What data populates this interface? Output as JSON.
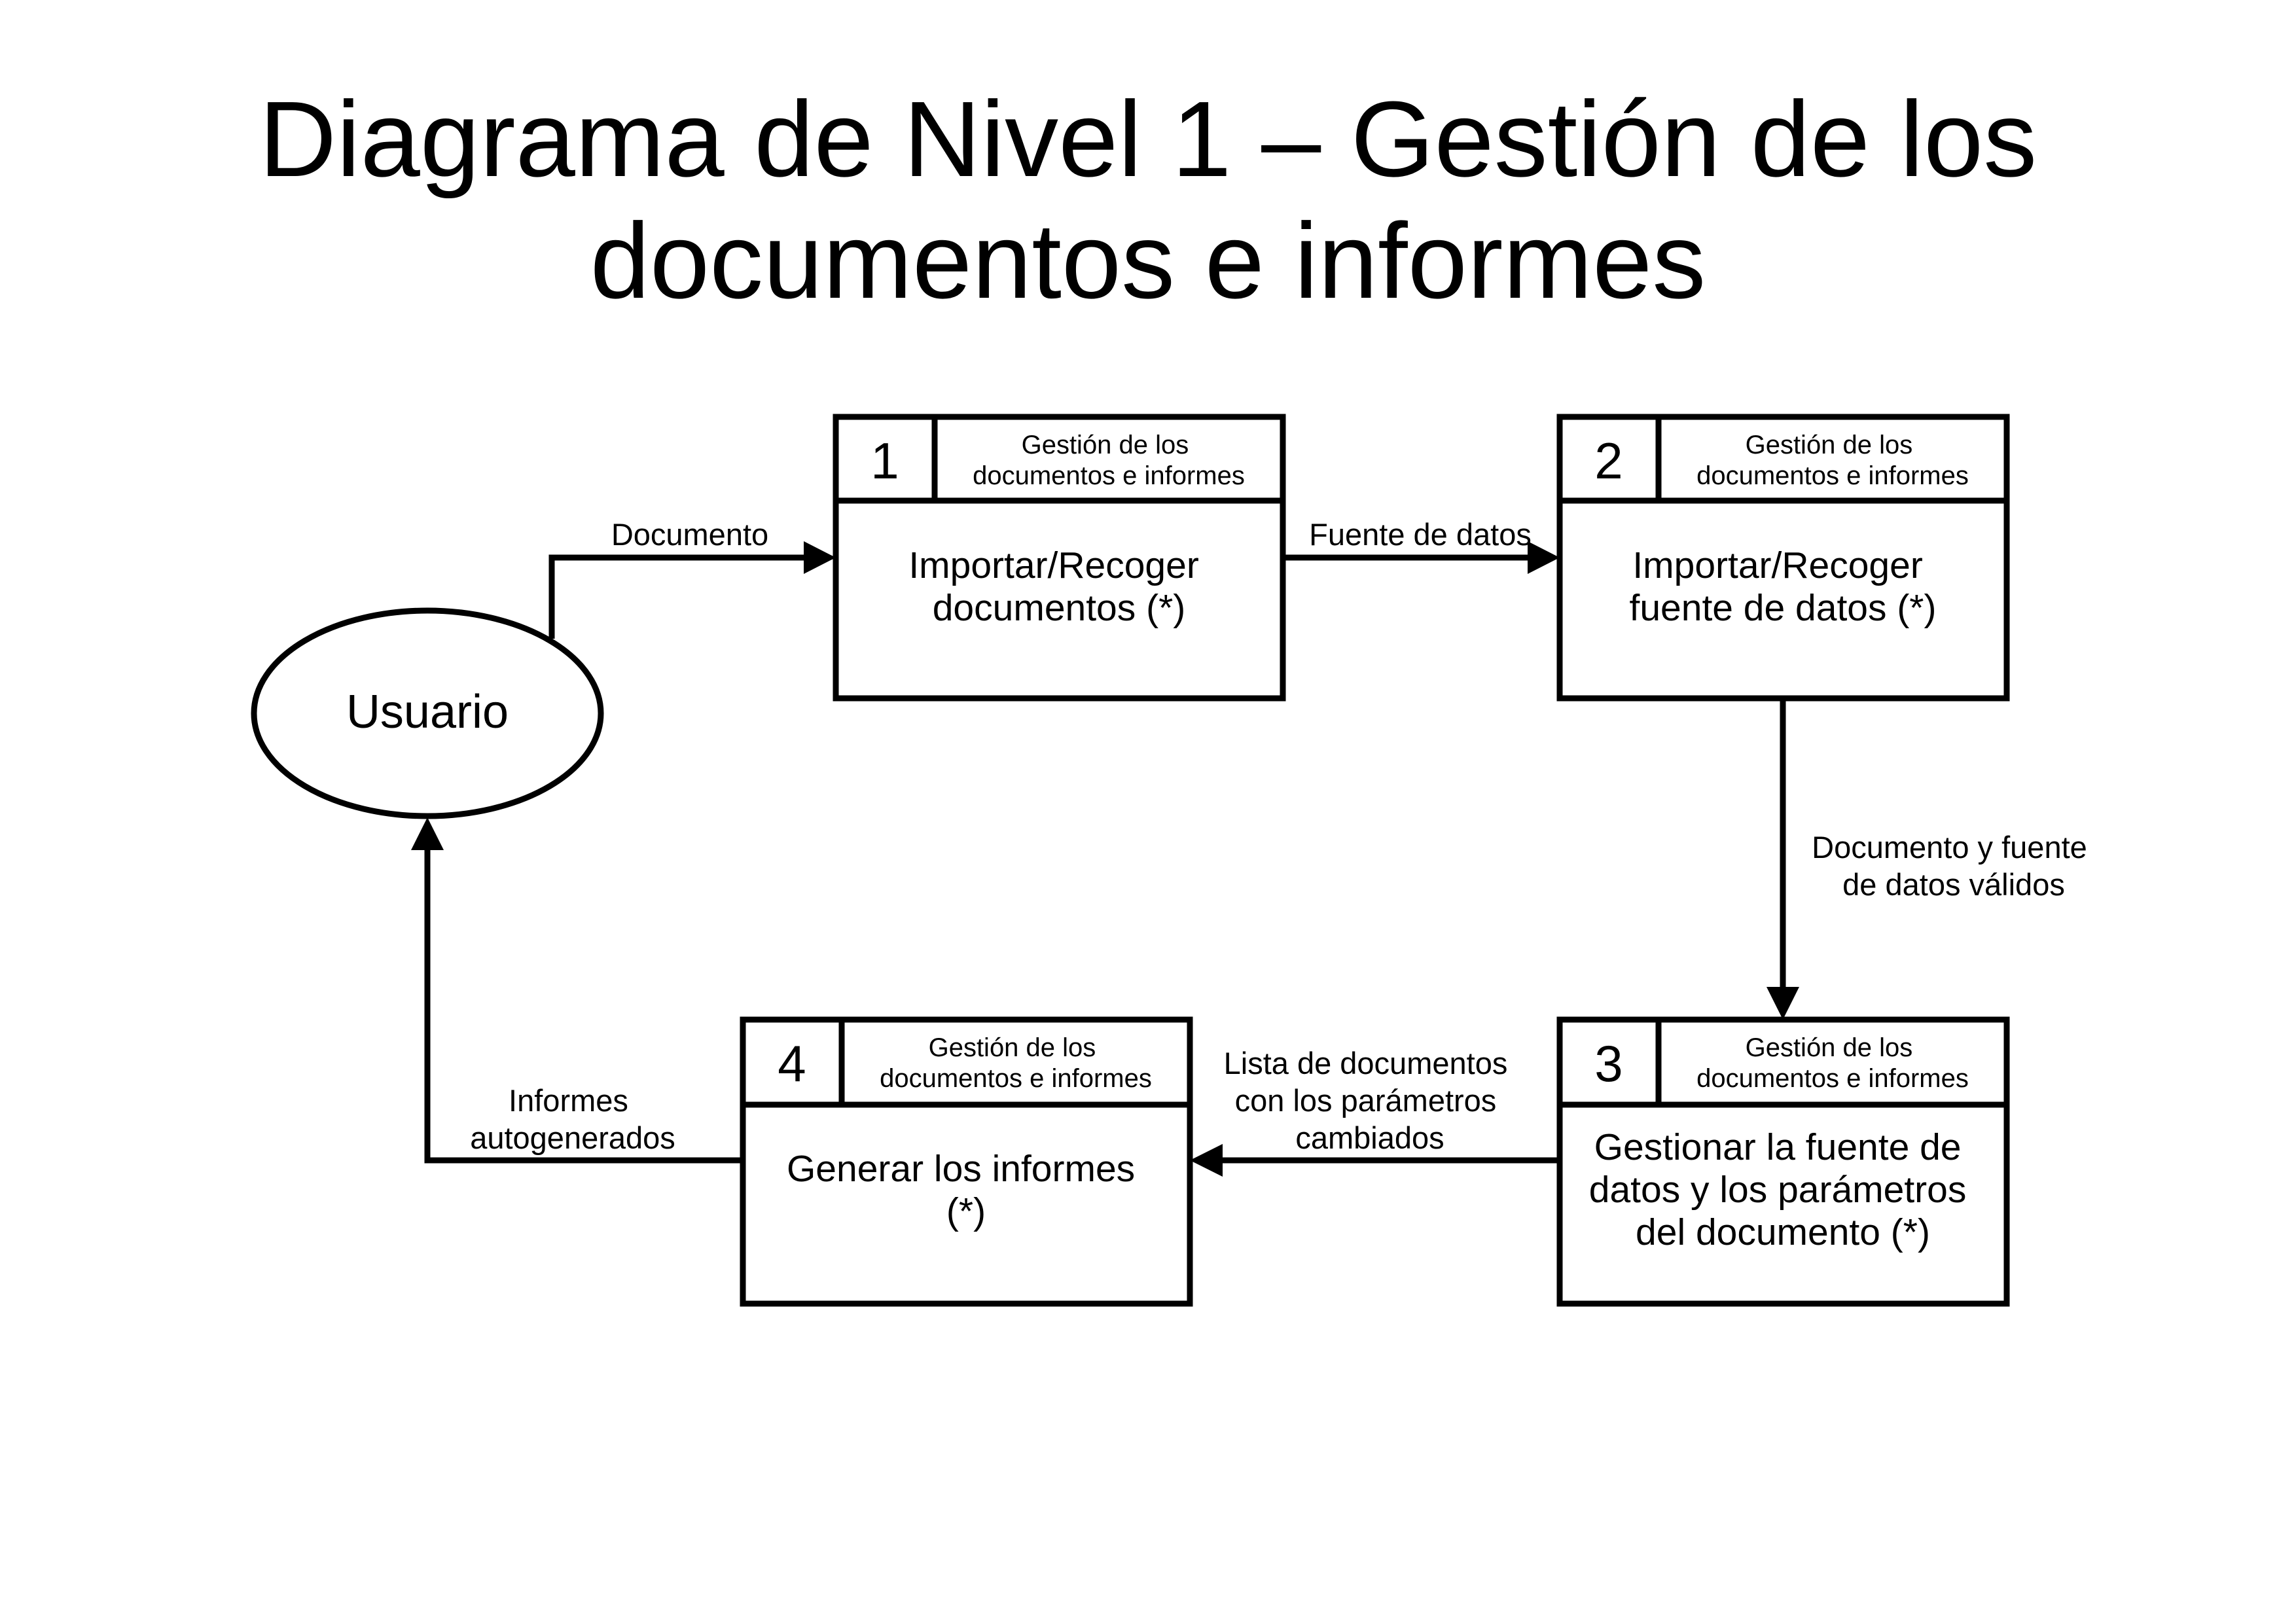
{
  "title": "Diagrama de Nivel 1 – Gestión de los\ndocumentos e informes",
  "actor": {
    "label": "Usuario"
  },
  "processes": [
    {
      "number": "1",
      "header": [
        "Gestión de los",
        "documentos e informes"
      ],
      "label": [
        "Importar/Recoger",
        "documentos (*)"
      ]
    },
    {
      "number": "2",
      "header": [
        "Gestión de los",
        "documentos e informes"
      ],
      "label": [
        "Importar/Recoger",
        "fuente de datos (*)"
      ]
    },
    {
      "number": "3",
      "header": [
        "Gestión de los",
        "documentos e informes"
      ],
      "label": [
        "Gestionar la fuente de",
        "datos y los parámetros",
        "del documento (*)"
      ]
    },
    {
      "number": "4",
      "header": [
        "Gestión de los",
        "documentos e informes"
      ],
      "label": [
        "Generar los informes",
        "(*)"
      ]
    }
  ],
  "flows": {
    "documento": [
      "Documento"
    ],
    "fuente": [
      "Fuente de datos"
    ],
    "validos": [
      "Documento y fuente",
      "de datos válidos"
    ],
    "lista": [
      "Lista de documentos",
      "con los parámetros",
      "cambiados"
    ],
    "informes": [
      "Informes",
      "autogenerados"
    ]
  }
}
